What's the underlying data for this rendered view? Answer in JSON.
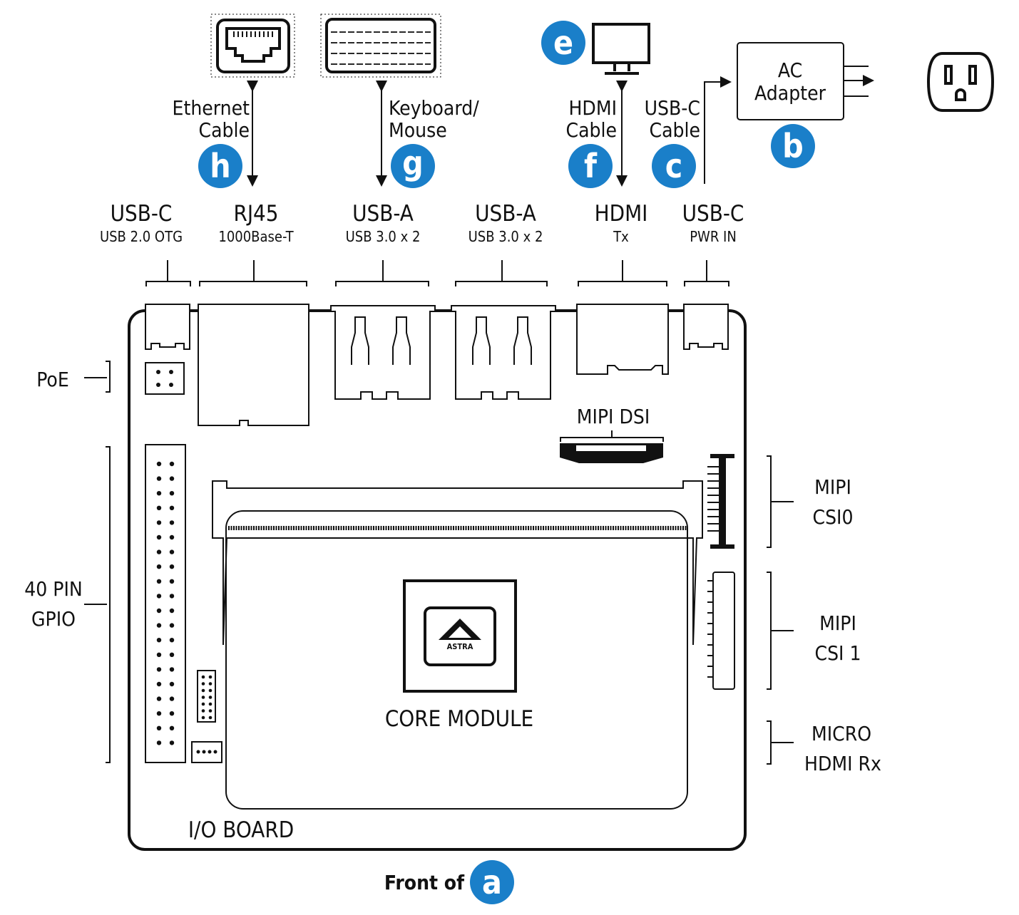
{
  "colors": {
    "badge": "#1a7fc9",
    "ink": "#111111"
  },
  "badges": {
    "a": "a",
    "b": "b",
    "c": "c",
    "e": "e",
    "f": "f",
    "g": "g",
    "h": "h"
  },
  "cables": {
    "ethernet": [
      "Ethernet",
      "Cable"
    ],
    "keyboard": [
      "Keyboard/",
      "Mouse"
    ],
    "hdmi": [
      "HDMI",
      "Cable"
    ],
    "usbc": [
      "USB-C",
      "Cable"
    ],
    "ac_adapter": [
      "AC",
      "Adapter"
    ]
  },
  "ports": [
    {
      "name": "USB-C",
      "sub": "USB 2.0 OTG"
    },
    {
      "name": "RJ45",
      "sub": "1000Base-T"
    },
    {
      "name": "USB-A",
      "sub": "USB 3.0 x 2"
    },
    {
      "name": "USB-A",
      "sub": "USB 3.0 x 2"
    },
    {
      "name": "HDMI",
      "sub": "Tx"
    },
    {
      "name": "USB-C",
      "sub": "PWR IN"
    }
  ],
  "side_labels": {
    "poe": "PoE",
    "gpio": [
      "40 PIN",
      "GPIO"
    ],
    "mipi_dsi": "MIPI DSI",
    "csi0": [
      "MIPI",
      "CSI0"
    ],
    "csi1": [
      "MIPI",
      "CSI 1"
    ],
    "micro_hdmi": [
      "MICRO",
      "HDMI Rx"
    ]
  },
  "board": {
    "core_module": "CORE MODULE",
    "io_board": "I/O BOARD",
    "logo": "ASTRA",
    "front_of": "Front of"
  }
}
